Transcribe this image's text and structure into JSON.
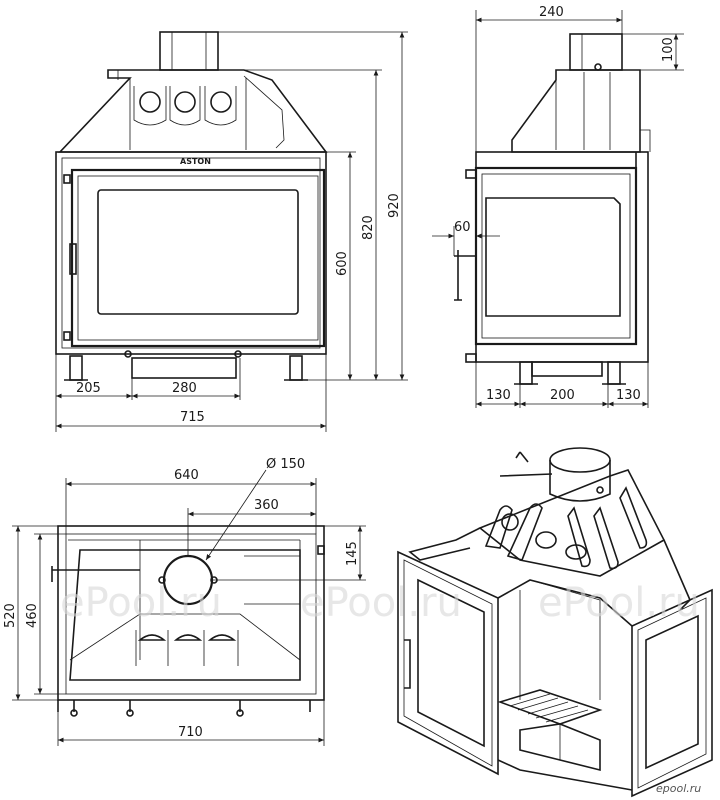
{
  "brand": "ASTON",
  "watermark": "ePool.ru",
  "credit": "epool.ru",
  "front_view": {
    "width_total": "715",
    "left_leg_offset": "205",
    "ashpan_width": "280",
    "door_height": "600",
    "height_to_top": "820",
    "height_total": "920"
  },
  "side_view": {
    "flue_depth": "240",
    "flue_height": "100",
    "handle_offset": "60",
    "left_leg": "130",
    "middle": "200",
    "right_leg": "130"
  },
  "top_view": {
    "width_top": "640",
    "flue_diameter": "Ø 150",
    "flue_offset": "360",
    "flue_to_back": "145",
    "depth_total": "520",
    "depth_inner": "460",
    "width_bottom": "710"
  }
}
